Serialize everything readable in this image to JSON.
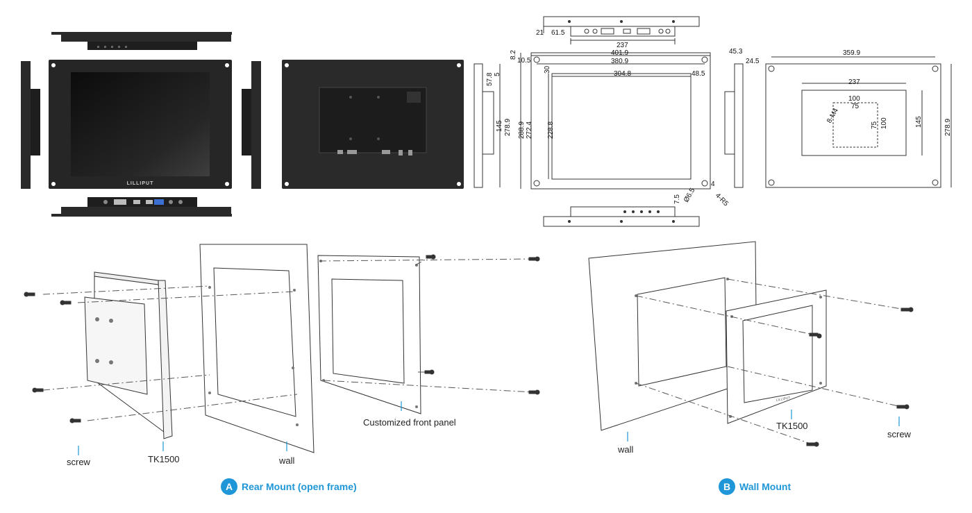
{
  "brand": "LILLIPUT",
  "colors": {
    "accent": "#1e96d8",
    "device_dark": "#2a2a2a",
    "line": "#333333"
  },
  "dimensions": {
    "top": {
      "depth_total": "21",
      "depth_box": "61.5",
      "box_width": "237"
    },
    "front": {
      "frame_width": "401.9",
      "hole_spacing": "380.9",
      "view_offset": "10.5",
      "view_top": "30",
      "view_width": "304.8",
      "view_right": "48.5",
      "top_edge": "8.2",
      "frame_height": "288.9",
      "hole_height": "272.4",
      "view_height": "228.8",
      "corner": "4",
      "hole_dia": "Ø6.5",
      "radius": "4-R5",
      "bottom_edge": "7.5"
    },
    "side": {
      "depth_a": "57.8",
      "depth_b": "5",
      "box_height": "145",
      "height": "278.9"
    },
    "rear": {
      "depth_a": "45.3",
      "depth_b": "24.5",
      "width": "359.9",
      "box_width": "237",
      "vesa_100_h": "100",
      "vesa_75_h": "75",
      "screws": "8-M4",
      "vesa_75_v": "75",
      "vesa_100_v": "100",
      "box_height": "145",
      "height": "278.9"
    }
  },
  "mount_a": {
    "badge": "A",
    "title": "Rear Mount (open frame)",
    "labels": {
      "screw": "screw",
      "device": "TK1500",
      "wall": "wall",
      "panel": "Customized front panel"
    }
  },
  "mount_b": {
    "badge": "B",
    "title": "Wall Mount",
    "labels": {
      "wall": "wall",
      "device": "TK1500",
      "screw": "screw"
    }
  }
}
